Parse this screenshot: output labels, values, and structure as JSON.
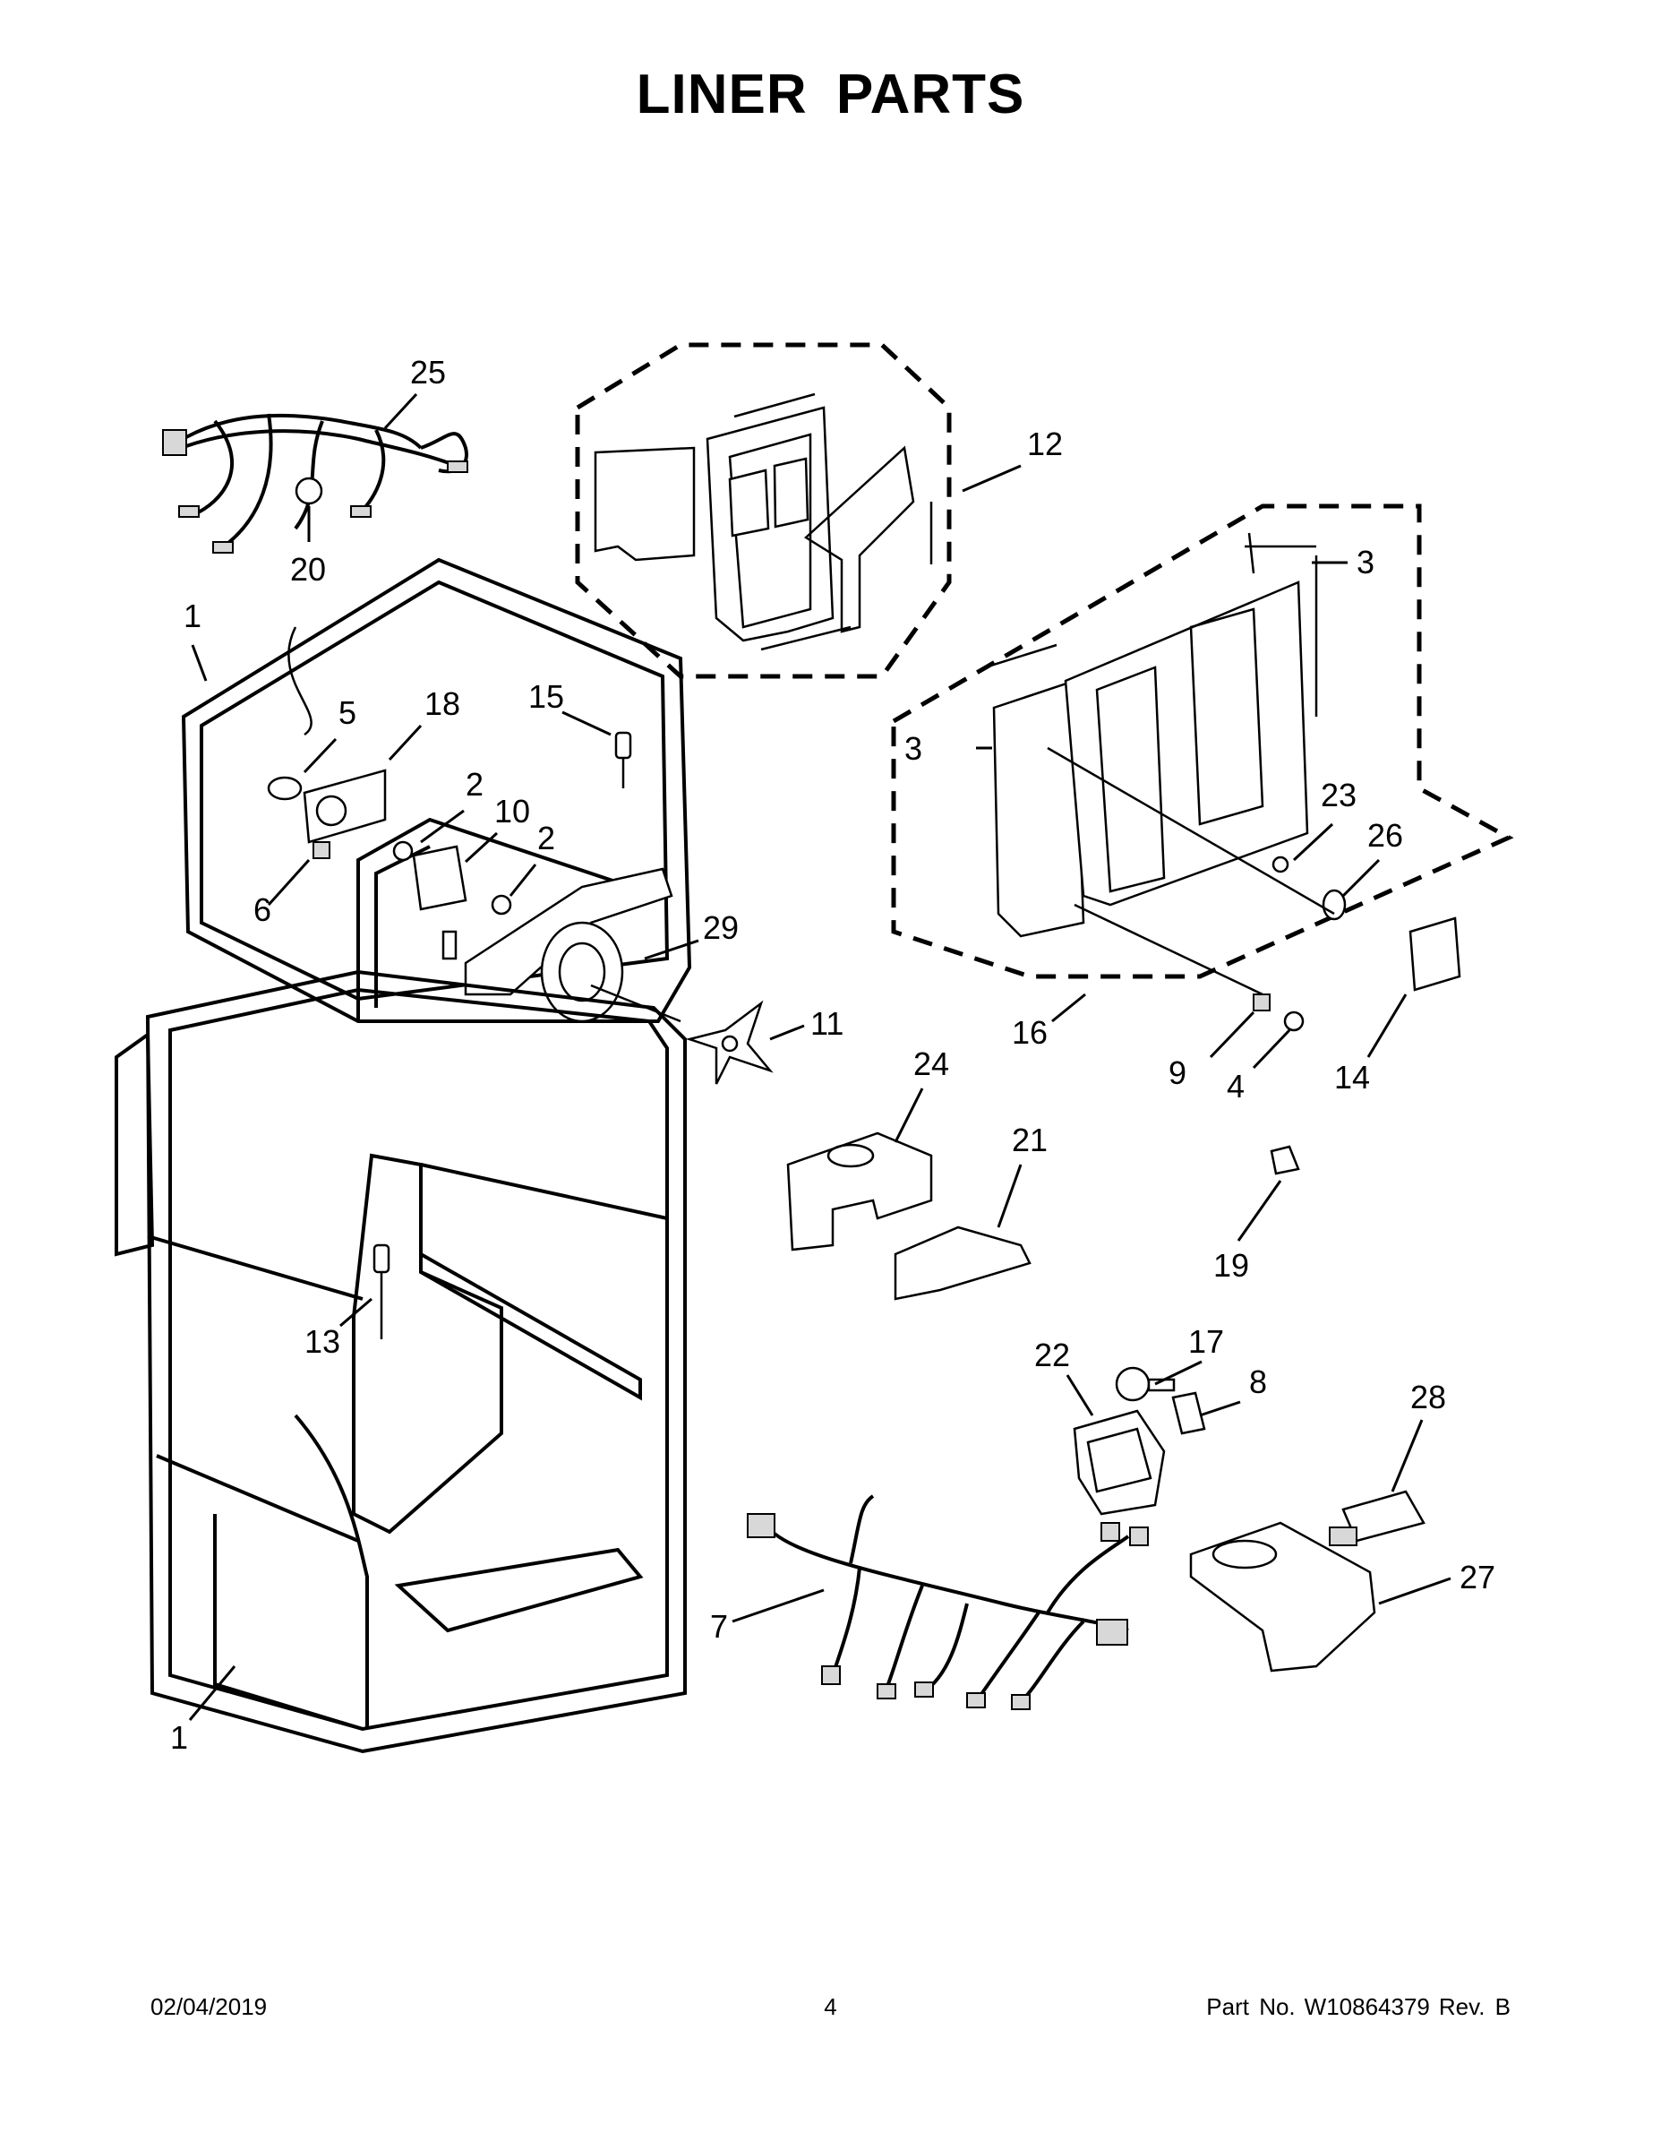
{
  "title": "LINER PARTS",
  "callouts": [
    "25",
    "20",
    "12",
    "3",
    "3",
    "1",
    "5",
    "18",
    "15",
    "2",
    "10",
    "2",
    "6",
    "29",
    "23",
    "26",
    "16",
    "9",
    "4",
    "14",
    "11",
    "24",
    "21",
    "19",
    "13",
    "22",
    "17",
    "8",
    "28",
    "27",
    "7",
    "1"
  ],
  "footer": {
    "date": "02/04/2019",
    "page": "4",
    "part_no_label": "Part No.",
    "part_no": "W10864379",
    "rev": "Rev.  B"
  }
}
